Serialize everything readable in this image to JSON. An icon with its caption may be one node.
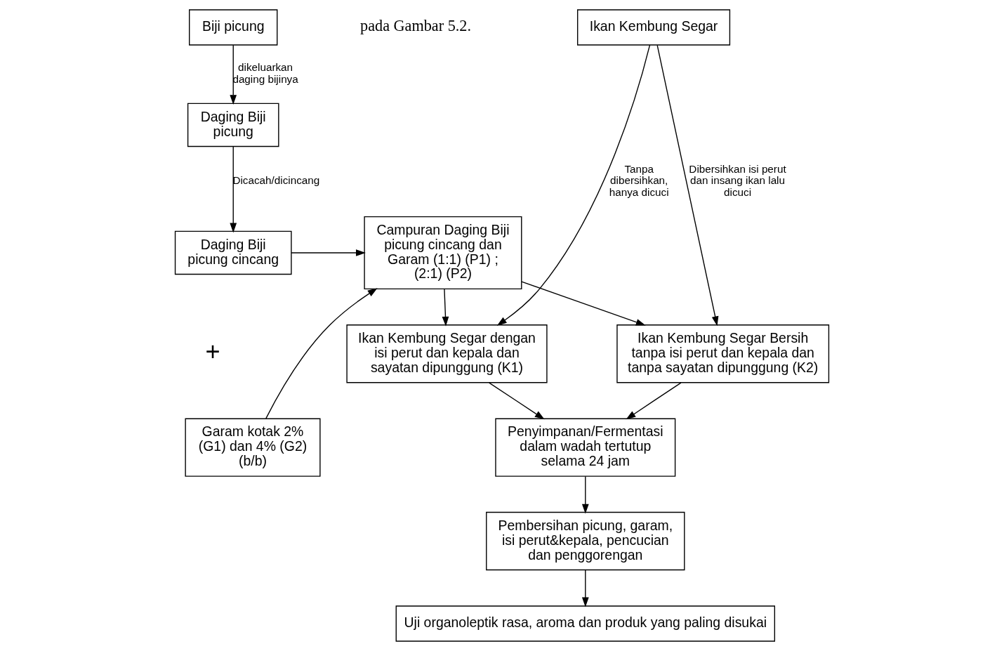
{
  "diagram": {
    "nodes": [
      {
        "text": [
          "Biji picung"
        ]
      },
      {
        "text": [
          "Daging Biji picung"
        ]
      },
      {
        "text": [
          "Daging Biji picung cincang"
        ]
      },
      {
        "text": [
          "Garam kotak 2% (G1) dan 4% (G2) (b/b)"
        ]
      },
      {
        "text": [
          "Campuran Daging Biji picung cincang dan Garam (1:1) (P1) ; (2:1) (P2)"
        ]
      },
      {
        "text": [
          "Ikan Kembung Segar"
        ]
      },
      {
        "text": [
          "Ikan Kembung Segar dengan isi perut dan kepala dan sayatan dipunggung (K1)"
        ]
      },
      {
        "text": [
          "Ikan Kembung Segar Bersih tanpa isi perut dan kepala dan tanpa sayatan dipunggung (K2)"
        ]
      },
      {
        "text": [
          "Penyimpanan/Fermentasi dalam wadah tertutup selama 24 jam"
        ]
      },
      {
        "text": [
          "Pembersihan picung, garam, isi perut&kepala, pencucian dan penggorengan"
        ]
      },
      {
        "text": [
          "Uji organoleptik rasa, aroma dan produk yang paling disukai"
        ]
      }
    ],
    "edges": [
      {
        "from": 0,
        "to": 1,
        "arrow": "to",
        "label": "dikeluarkan daging bijinya"
      },
      {
        "from": 1,
        "to": 2,
        "arrow": "to",
        "label": "Dicacah/dicincang"
      },
      {
        "from": 2,
        "to": 4,
        "arrow": "to"
      },
      {
        "from": 3,
        "to": 4,
        "arrow": "to"
      },
      {
        "from": 4,
        "to": 6,
        "arrow": "to"
      },
      {
        "from": 4,
        "to": 7,
        "arrow": "to"
      },
      {
        "from": 5,
        "to": 6,
        "arrow": "to",
        "label": "Tanpa dibersihkan, hanya dicuci"
      },
      {
        "from": 5,
        "to": 7,
        "arrow": "to",
        "label": "Dibersihkan isi perut dan insang ikan lalu dicuci"
      },
      {
        "from": 6,
        "to": 8,
        "arrow": "to"
      },
      {
        "from": 7,
        "to": 8,
        "arrow": "to"
      },
      {
        "from": 8,
        "to": 9,
        "arrow": "to"
      },
      {
        "from": 9,
        "to": 10,
        "arrow": "to"
      }
    ],
    "labels": [
      "pada Gambar 5.2.",
      "+"
    ]
  }
}
